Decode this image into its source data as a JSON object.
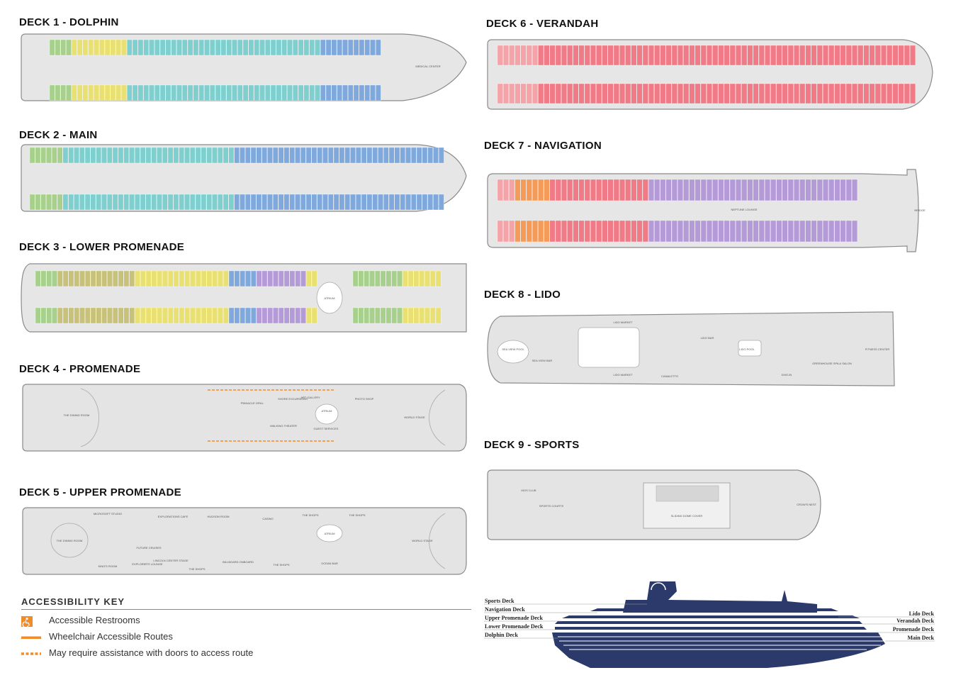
{
  "decks": [
    {
      "id": "deck1",
      "title": "DECK 1 - DOLPHIN",
      "labels": [
        "MEDICAL CENTER"
      ]
    },
    {
      "id": "deck2",
      "title": "DECK 2 - MAIN",
      "labels": []
    },
    {
      "id": "deck3",
      "title": "DECK 3 - LOWER PROMENADE",
      "labels": [
        "ATRIUM"
      ]
    },
    {
      "id": "deck4",
      "title": "DECK 4 - PROMENADE",
      "labels": [
        "THE DINING ROOM",
        "PINNACLE GRILL",
        "SHORE EXCURSIONS",
        "ART GALLERY",
        "ATRIUM",
        "PHOTO SHOP",
        "WALKING THEATER",
        "GUEST SERVICES",
        "WORLD STAGE"
      ]
    },
    {
      "id": "deck5",
      "title": "DECK 5 - UPPER PROMENADE",
      "labels": [
        "MICROSOFT STUDIO",
        "EXPLORATIONS CAFE",
        "HUDSON ROOM",
        "CASINO",
        "THE SHOPS",
        "THE SHOPS",
        "THE DINING ROOM",
        "ATRIUM",
        "FUTURE CRUISES",
        "EXPLORER'S LOUNGE",
        "LINCOLN CENTER STAGE",
        "BILLBOARD ONBOARD",
        "THE SHOPS",
        "OCEAN BAR",
        "KING'S ROOM",
        "THE SHOPS",
        "WORLD STAGE"
      ]
    },
    {
      "id": "deck6",
      "title": "DECK 6 - VERANDAH",
      "labels": []
    },
    {
      "id": "deck7",
      "title": "DECK 7 - NAVIGATION",
      "labels": [
        "NEPTUNE LOUNGE",
        "BRIDGE"
      ]
    },
    {
      "id": "deck8",
      "title": "DECK 8 - LIDO",
      "labels": [
        "SEA VIEW POOL",
        "SEA VIEW BAR",
        "LIDO MARKET",
        "LIDO MARKET",
        "CANALETTO",
        "LIDO BAR",
        "LIDO POOL",
        "DIVE-IN",
        "GREENHOUSE SPA & SALON",
        "FITNESS CENTER"
      ]
    },
    {
      "id": "deck9",
      "title": "DECK 9 - SPORTS",
      "labels": [
        "KIDS CLUB",
        "SPORTS COURTS",
        "SLIDING DOME COVER",
        "CROW'S NEST"
      ]
    }
  ],
  "accessibility_key": {
    "title": "ACCESSIBILITY KEY",
    "items": [
      {
        "label": "Accessible Restrooms",
        "symbol": "accessible-restroom-icon"
      },
      {
        "label": "Wheelchair Accessible Routes",
        "symbol": "solid-orange-line"
      },
      {
        "label": "May require assistance with doors to access route",
        "symbol": "dashed-orange-line"
      }
    ]
  },
  "ship_profile": {
    "left_labels": [
      "Sports Deck",
      "Navigation Deck",
      "Upper Promenade Deck",
      "Lower Promenade Deck",
      "Dolphin Deck"
    ],
    "right_labels": [
      "Lido Deck",
      "Verandah Deck",
      "Promenade Deck",
      "Main Deck"
    ]
  },
  "colors": {
    "hull": "#e6e6e6",
    "hull_outline": "#8a8a8a",
    "orange_route": "#f28c28",
    "profile_blue": "#2b3a6b",
    "cabin_green": "#a7d08c",
    "cabin_teal": "#7fcfcf",
    "cabin_blue": "#7fa9dc",
    "cabin_purple": "#b59ad8",
    "cabin_yellow": "#e8e070",
    "cabin_red": "#f07a85",
    "cabin_pink": "#f4a3a8",
    "cabin_orange": "#f59b5a",
    "cabin_olive": "#c7c17a",
    "cabin_magenta": "#d36aa8"
  }
}
